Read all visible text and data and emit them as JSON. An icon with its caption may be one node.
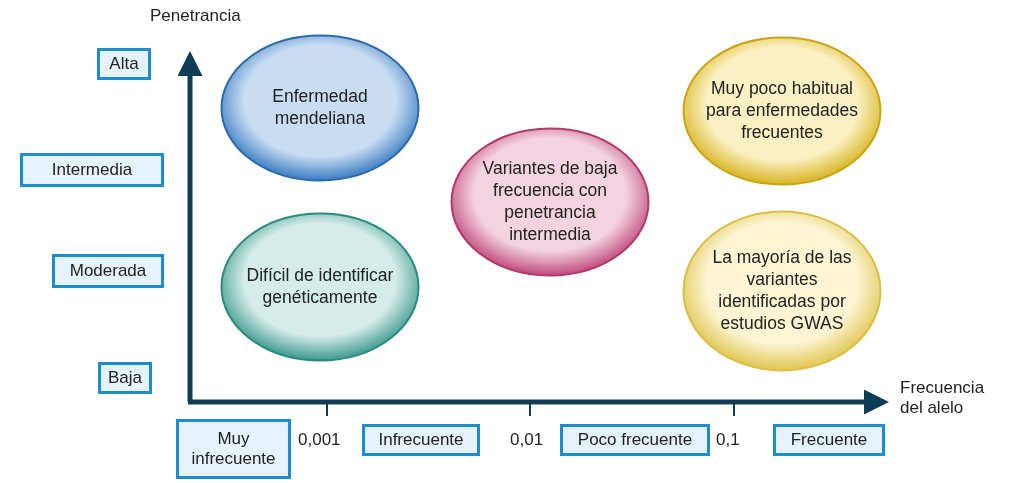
{
  "diagram": {
    "nodes": [
      {
        "text": [
          "Alta"
        ]
      },
      {
        "text": [
          "Enfermedad mendeliana"
        ]
      },
      {
        "text": [
          "Muy poco habitual para enfermedades frecuentes"
        ]
      },
      {
        "text": [
          "Intermedia"
        ]
      },
      {
        "text": [
          "Variantes de baja frecuencia con penetrancia intermedia"
        ]
      },
      {
        "text": [
          "Moderada"
        ]
      },
      {
        "text": [
          "Difícil de identificar genéticamente"
        ]
      },
      {
        "text": [
          "La mayoría de las variantes identificadas por estudios GWAS"
        ]
      },
      {
        "text": [
          "Baja"
        ]
      },
      {
        "text": [
          "Muy infrecuente"
        ]
      },
      {
        "text": [
          "Infrecuente"
        ]
      },
      {
        "text": [
          "Poco frecuente"
        ]
      },
      {
        "text": [
          "Frecuente"
        ]
      }
    ],
    "edges": [],
    "labels": [
      "Penetrancia",
      "Frecuencia del alelo",
      "0,001",
      "0,01",
      "0,1"
    ]
  }
}
